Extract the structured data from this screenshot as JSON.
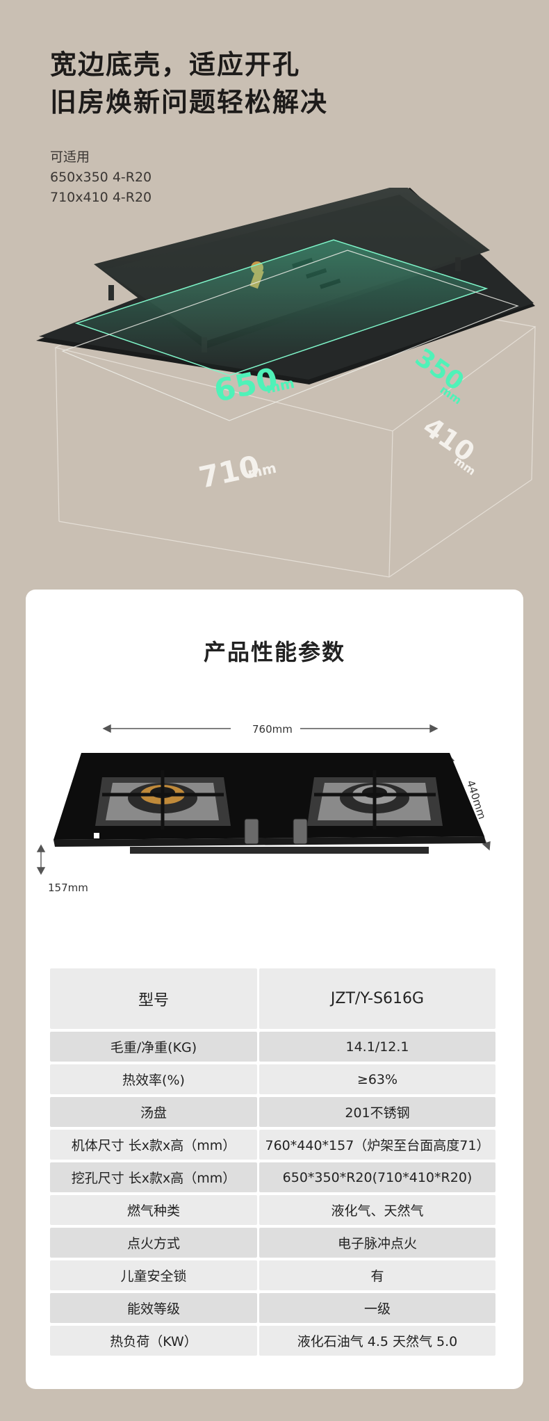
{
  "hero": {
    "headline": [
      "宽边底壳，适应开孔",
      "旧房焕新问题轻松解决"
    ],
    "applicable_label": "可适用",
    "applicable_sizes": [
      "650x350 4-R20",
      "710x410 4-R20"
    ],
    "dim_labels": {
      "width_inner": "650",
      "width_outer": "710",
      "depth_inner": "350",
      "depth_outer": "410",
      "unit": "mm"
    },
    "colors": {
      "accent_green": "#2ee6a8",
      "background": "#c9bfb3"
    }
  },
  "card": {
    "title": "产品性能参数",
    "product_dims": {
      "width": "760mm",
      "depth": "440mm",
      "height": "157mm"
    },
    "spec_header": {
      "label": "型号",
      "value": "JZT/Y-S616G"
    },
    "specs": [
      {
        "label": "毛重/净重(KG)",
        "value": "14.1/12.1"
      },
      {
        "label": "热效率(%)",
        "value": "≥63%"
      },
      {
        "label": "汤盘",
        "value": "201不锈钢"
      },
      {
        "label": "机体尺寸 长x款x高（mm）",
        "value": "760*440*157（炉架至台面高度71）"
      },
      {
        "label": "挖孔尺寸 长x款x高（mm）",
        "value": "650*350*R20(710*410*R20)"
      },
      {
        "label": "燃气种类",
        "value": "液化气、天然气"
      },
      {
        "label": "点火方式",
        "value": "电子脉冲点火"
      },
      {
        "label": "儿童安全锁",
        "value": "有"
      },
      {
        "label": "能效等级",
        "value": "一级"
      },
      {
        "label": "热负荷（KW）",
        "value": "液化石油气 4.5  天然气 5.0"
      }
    ]
  }
}
